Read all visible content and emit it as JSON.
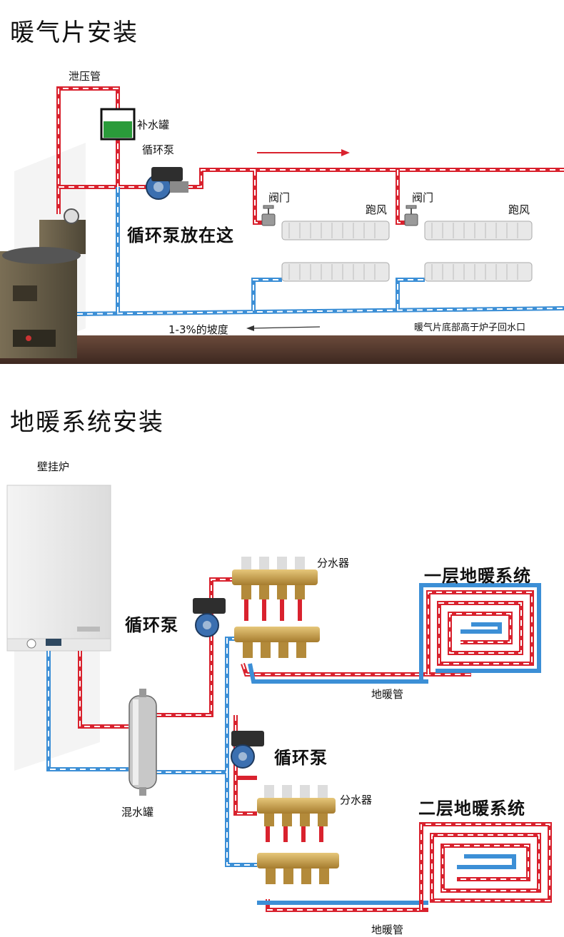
{
  "section1": {
    "title": "暖气片安装",
    "labels": {
      "relief_pipe": "泄压管",
      "makeup_tank": "补水罐",
      "pump": "循环泵",
      "pump_here": "循环泵放在这",
      "valve_1": "阀门",
      "vent_1": "跑风",
      "valve_2": "阀门",
      "vent_2": "跑风",
      "slope": "1-3%的坡度",
      "radiator_note": "暖气片底部高于炉子回水口"
    }
  },
  "section2": {
    "title": "地暖系统安装",
    "labels": {
      "boiler": "壁挂炉",
      "pump_1": "循环泵",
      "manifold_1": "分水器",
      "system_1": "一层地暖系统",
      "pipe_1": "地暖管",
      "mixing_tank": "混水罐",
      "pump_2": "循环泵",
      "manifold_2": "分水器",
      "system_2": "二层地暖系统",
      "pipe_2": "地暖管"
    }
  },
  "colors": {
    "supply": "#d9222e",
    "return": "#3c8fd6",
    "ground": "#5a3a2e",
    "tank_water": "#2a9b3a",
    "brass": "#c9a24a"
  }
}
